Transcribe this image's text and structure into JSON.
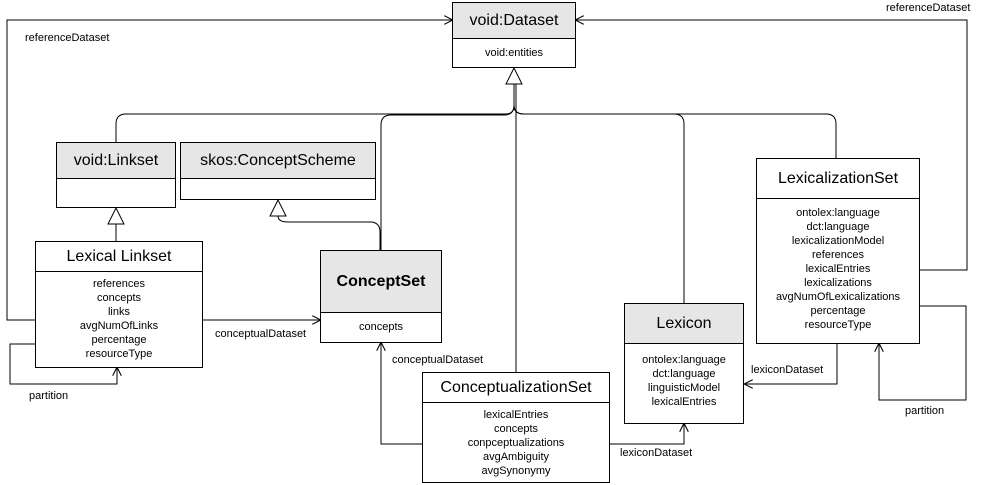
{
  "classes": {
    "void_dataset": {
      "name": "void:Dataset",
      "attributes": [
        "void:entities"
      ]
    },
    "void_linkset": {
      "name": "void:Linkset",
      "attributes": []
    },
    "skos_conceptscheme": {
      "name": "skos:ConceptScheme",
      "attributes": []
    },
    "lexical_linkset": {
      "name": "Lexical Linkset",
      "attributes": [
        "references",
        "concepts",
        "links",
        "avgNumOfLinks",
        "percentage",
        "resourceType"
      ]
    },
    "conceptset": {
      "name": "ConceptSet",
      "attributes": [
        "concepts"
      ]
    },
    "conceptualizationset": {
      "name": "ConceptualizationSet",
      "attributes": [
        "lexicalEntries",
        "concepts",
        "conpceptualizations",
        "avgAmbiguity",
        "avgSynonymy"
      ]
    },
    "lexicon": {
      "name": "Lexicon",
      "attributes": [
        "ontolex:language",
        "dct:language",
        "linguisticModel",
        "lexicalEntries"
      ]
    },
    "lexicalizationset": {
      "name": "LexicalizationSet",
      "attributes": [
        "ontolex:language",
        "dct:language",
        "lexicalizationModel",
        "references",
        "lexicalEntries",
        "lexicalizations",
        "avgNumOfLexicalizations",
        "percentage",
        "resourceType"
      ]
    }
  },
  "edge_labels": {
    "reference_dataset_left": "referenceDataset",
    "reference_dataset_right": "referenceDataset",
    "conceptual_dataset_linkset": "conceptualDataset",
    "conceptual_dataset_conceptualization": "conceptualDataset",
    "lexicon_dataset_conceptualization": "lexiconDataset",
    "lexicon_dataset_lexicalization": "lexiconDataset",
    "partition_linkset": "partition",
    "partition_lexicalization": "partition"
  }
}
